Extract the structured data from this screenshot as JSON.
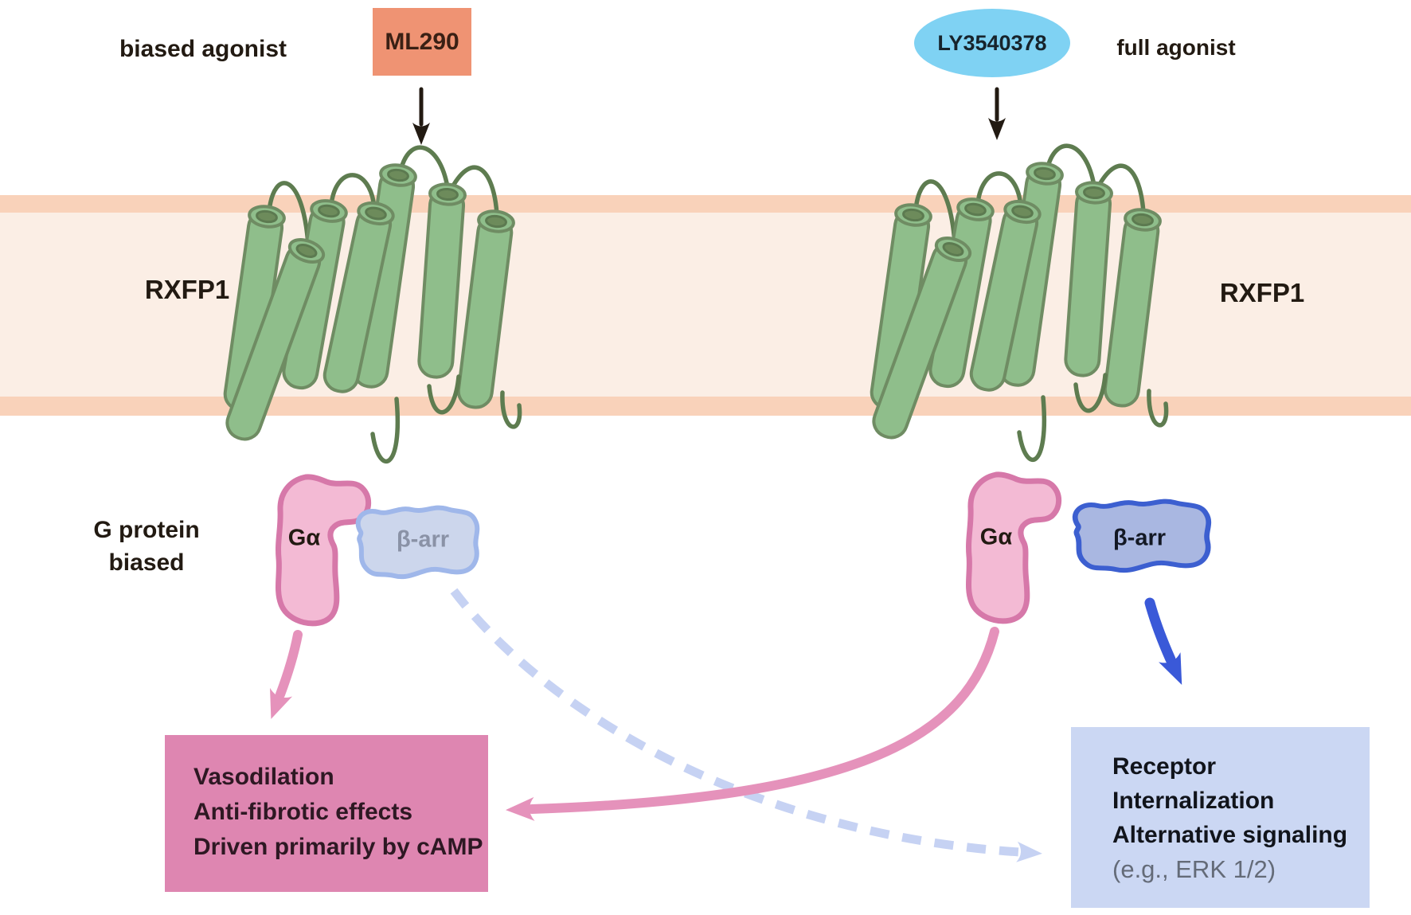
{
  "left_pathway": {
    "agonist_label": "biased agonist",
    "ligand": "ML290",
    "receptor": "RXFP1",
    "bias_label": {
      "line1": "G protein",
      "line2": "biased"
    },
    "g_protein": "Gα",
    "arrestin": "β-arr",
    "outcome": [
      "Vasodilation",
      "Anti-fibrotic effects",
      "Driven primarily by cAMP"
    ]
  },
  "right_pathway": {
    "agonist_label": "full agonist",
    "ligand": "LY3540378",
    "receptor": "RXFP1",
    "g_protein": "Gα",
    "arrestin": "β-arr",
    "outcome": [
      "Receptor",
      "Internalization",
      "Alternative signaling"
    ],
    "outcome_note": "(e.g., ERK 1/2)"
  },
  "colors": {
    "ink": "#221a12",
    "membrane-stripe": "#f9d2ba",
    "membrane-fill": "#fbeee5",
    "helix-fill": "#8fbe8b",
    "helix-outline": "#6f8c63",
    "helix-inner": "#6d8b5b",
    "helix-inner-edge": "#5c7a50",
    "loop": "#5e7c50",
    "ligand-ml290": "#ef9373",
    "ligand-ly": "#7fd2f3",
    "galpha-fill": "#f3bad4",
    "galpha-stroke": "#d678a9",
    "barr-muted-fill": "#ccd6ec",
    "barr-muted-stroke": "#9fb7ea",
    "barr-muted-text": "#8a92a6",
    "barr-active-fill": "#a9b7e1",
    "barr-active-stroke": "#3c5fd0",
    "barr-active-text": "#131824",
    "pink-box": "#de86b1",
    "pink-box-text": "#2e1823",
    "blue-box": "#cbd7f3",
    "blue-box-text": "#11141b",
    "note-text": "#646b78",
    "pink-arrow": "#e592bb",
    "blue-arrow": "#3a59d8",
    "dashed-arrow": "#c6d2f3"
  }
}
